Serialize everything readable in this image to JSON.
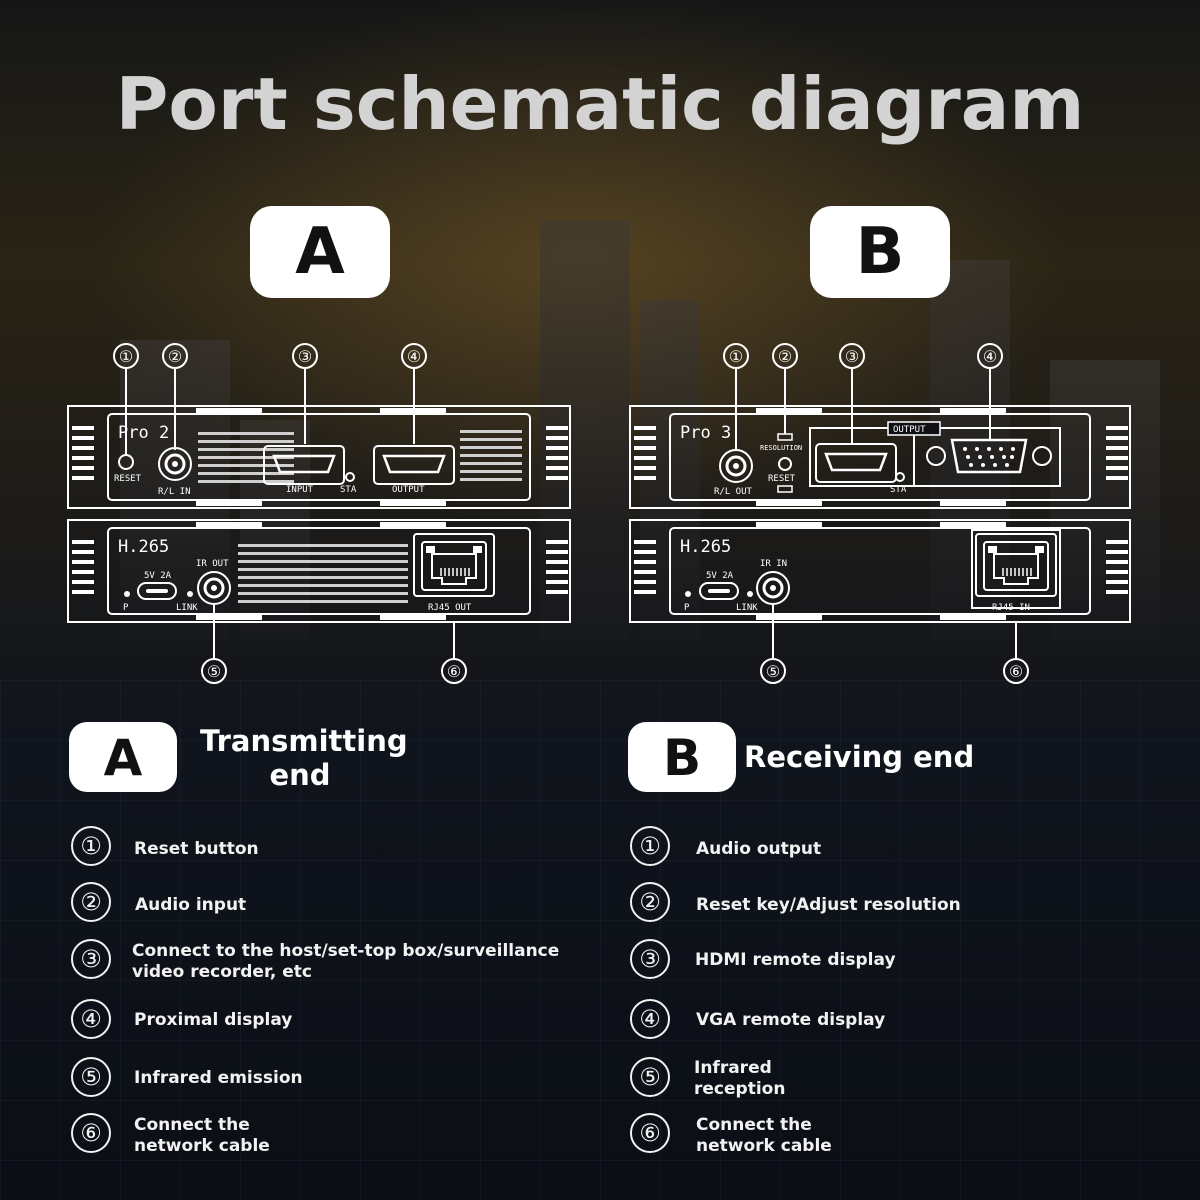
{
  "title": "Port schematic diagram",
  "panels": {
    "a": {
      "badge": "A",
      "device_top_label": "Pro 2",
      "device_bottom_label": "H.265",
      "ports": {
        "reset": "RESET",
        "audio": "R/L IN",
        "hdmi1": "INPUT",
        "sta": "STA",
        "hdmi2": "OUTPUT",
        "power": "5V 2A",
        "p": "P",
        "ir": "IR OUT",
        "link": "LINK",
        "rj45": "RJ45 OUT"
      }
    },
    "b": {
      "badge": "B",
      "device_top_label": "Pro 3",
      "device_bottom_label": "H.265",
      "ports": {
        "audio": "R/L OUT",
        "resolution": "RESOLUTION",
        "reset": "RESET",
        "sta": "STA",
        "output": "OUTPUT",
        "power": "5V 2A",
        "p": "P",
        "ir": "IR IN",
        "link": "LINK",
        "rj45": "RJ45 IN"
      }
    }
  },
  "callout_numbers": [
    "①",
    "②",
    "③",
    "④",
    "⑤",
    "⑥"
  ],
  "legend": {
    "a": {
      "badge": "A",
      "heading_line1": "Transmitting",
      "heading_line2": "end",
      "items": [
        "Reset button",
        "Audio input",
        "Connect to the host/set-top box/surveillance",
        "Proximal display",
        "Infrared emission",
        "Connect the"
      ],
      "items_line2": [
        "",
        "",
        "video recorder, etc",
        "",
        "",
        "network cable"
      ]
    },
    "b": {
      "badge": "B",
      "heading_line1": "Receiving end",
      "items": [
        "Audio output",
        "Reset key/Adjust resolution",
        "HDMI remote display",
        "VGA remote display",
        "Infrared",
        "Connect the"
      ],
      "items_line2": [
        "",
        "",
        "",
        "",
        "reception",
        "network cable"
      ]
    }
  }
}
